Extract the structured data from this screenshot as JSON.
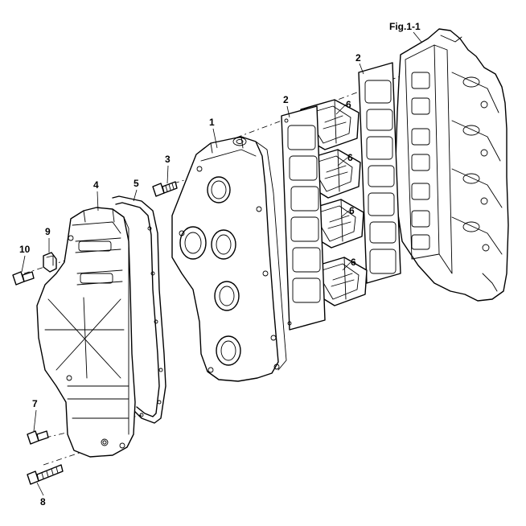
{
  "figure": {
    "label": "Fig.1-1"
  },
  "callouts": {
    "c1": "1",
    "c2a": "2",
    "c2b": "2",
    "c3": "3",
    "c4": "4",
    "c5": "5",
    "c6a": "6",
    "c6b": "6",
    "c6c": "6",
    "c6d": "6",
    "c7": "7",
    "c8": "8",
    "c9": "9",
    "c10": "10"
  }
}
